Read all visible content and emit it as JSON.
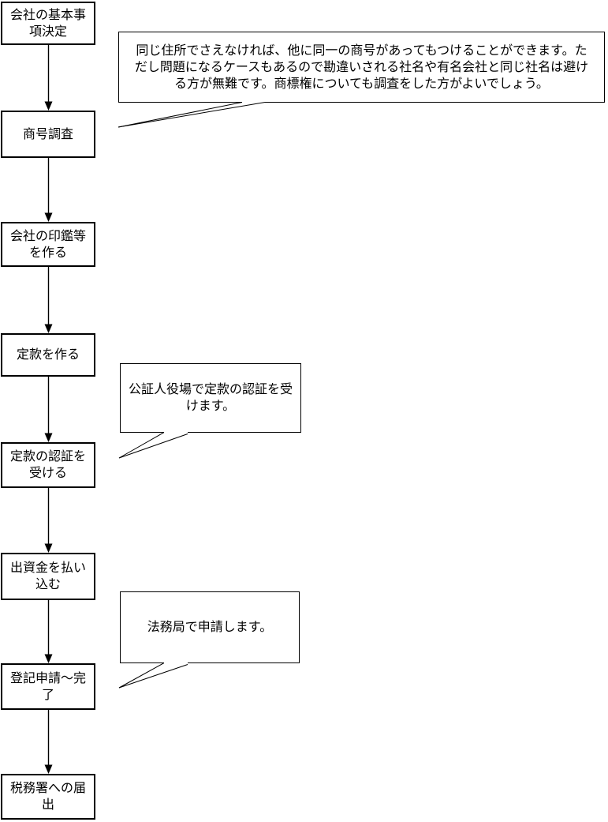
{
  "diagram": {
    "background_color": "#ffffff",
    "line_color": "#000000",
    "text_color": "#000000",
    "flow_direction": "top-to-bottom",
    "steps": [
      {
        "label": "会社の基本事\n項決定"
      },
      {
        "label": "商号調査"
      },
      {
        "label": "会社の印鑑等\nを作る"
      },
      {
        "label": "定款を作る"
      },
      {
        "label": "定款の認証を\n受ける"
      },
      {
        "label": "出資金を払い\n込む"
      },
      {
        "label": "登記申請～完\n了"
      },
      {
        "label": "税務署への届\n出"
      }
    ],
    "callouts": [
      {
        "text": "同じ住所でさえなければ、他に同一の商号があってもつけることができます。た\nだし問題になるケースもあるので勘違いされる社名や有名会社と同じ社名は避け\nる方が無難です。商標権についても調査をした方がよいでしょう。",
        "points_to_step": "商号調査"
      },
      {
        "text": "公証人役場で定款の認証を受\nけます。",
        "points_to_step": "定款の認証を受ける"
      },
      {
        "text": "法務局で申請します。",
        "points_to_step": "登記申請～完了"
      }
    ]
  }
}
